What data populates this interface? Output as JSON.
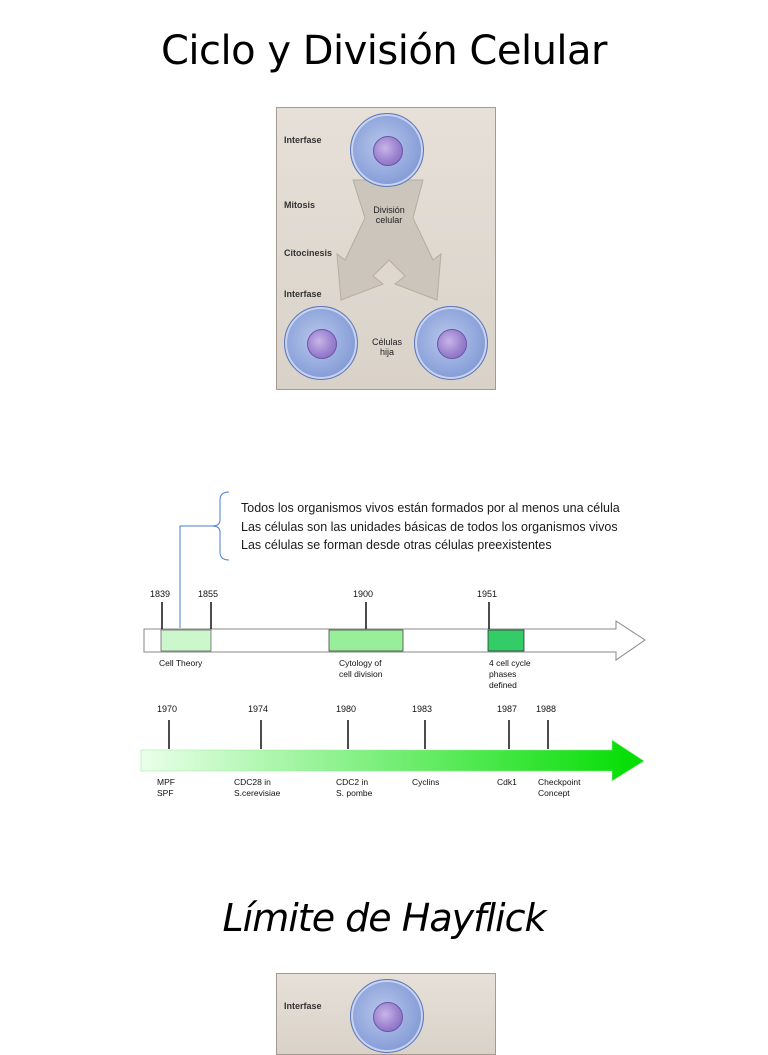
{
  "page": {
    "title": "Ciclo y División Celular",
    "section2_title": "Límite de Hayflick"
  },
  "figure1": {
    "labels": {
      "interfase_top": "Interfase",
      "mitosis": "Mitosis",
      "citocinesis": "Citocinesis",
      "interfase_bottom": "Interfase",
      "division": "División\ncelular",
      "daughters": "Células\nhija"
    }
  },
  "figure2": {
    "labels": {
      "interfase_top": "Interfase"
    }
  },
  "cell_theory_statements": [
    "Todos los organismos vivos están formados por al menos una célula",
    "Las células son las unidades básicas de todos los organismos vivos",
    "Las células se forman desde otras células preexistentes"
  ],
  "timeline1": {
    "years": [
      "1839",
      "1855",
      "1900",
      "1951"
    ],
    "events": [
      "Cell Theory",
      "Cytology of\ncell division",
      "4 cell cycle\nphases\ndefined"
    ],
    "colors": {
      "cell_theory": "#ccf7cc",
      "cytology": "#99ee99",
      "phases": "#33cc66",
      "arrow_stroke": "#888888"
    }
  },
  "timeline2": {
    "years": [
      "1970",
      "1974",
      "1980",
      "1983",
      "1987",
      "1988"
    ],
    "events": [
      "MPF\nSPF",
      "CDC28 in\nS.cerevisiae",
      "CDC2 in\nS. pombe",
      "Cyclins",
      "Cdk1",
      "Checkpoint\nConcept"
    ],
    "colors": {
      "gradient_start": "#eaffea",
      "gradient_end": "#00dd00"
    }
  }
}
